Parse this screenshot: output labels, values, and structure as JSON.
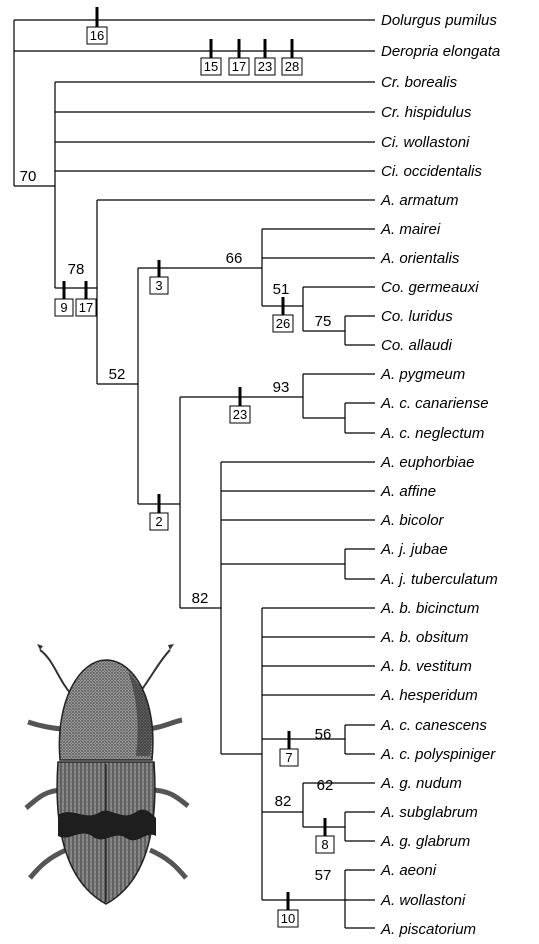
{
  "taxa": [
    "Dolurgus pumilus",
    "Deropria elongata",
    "Cr. borealis",
    "Cr. hispidulus",
    "Ci. wollastoni",
    "Ci. occidentalis",
    "A. armatum",
    "A. mairei",
    "A. orientalis",
    "Co. germeauxi",
    "Co. luridus",
    "Co. allaudi",
    "A. pygmeum",
    "A. c. canariense",
    "A. c. neglectum",
    "A. euphorbiae",
    "A. affine",
    "A. bicolor",
    "A. j. jubae",
    "A. j. tuberculatum",
    "A. b. bicinctum",
    "A. b. obsitum",
    "A. b. vestitum",
    "A. hesperidum",
    "A. c. canescens",
    "A. c. polyspiniger",
    "A. g. nudum",
    "A. subglabrum",
    "A. g. glabrum",
    "A. aeoni",
    "A. wollastoni",
    "A. piscatorium"
  ],
  "support_values": [
    "70",
    "78",
    "52",
    "66",
    "51",
    "75",
    "93",
    "82",
    "56",
    "82",
    "62",
    "57"
  ],
  "character_marks": [
    "16",
    "15",
    "17",
    "23",
    "28",
    "9",
    "17",
    "3",
    "26",
    "23",
    "2",
    "7",
    "8",
    "10"
  ]
}
